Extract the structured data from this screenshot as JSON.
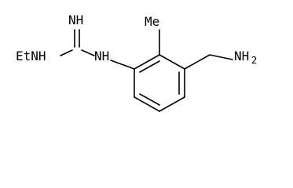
{
  "molecule": {
    "labels": {
      "imine": "NH",
      "ethylamine": "EtNH",
      "anilino": "NH",
      "methyl": "Me",
      "aminomethyl_main": "NH",
      "aminomethyl_sub": "2"
    }
  }
}
